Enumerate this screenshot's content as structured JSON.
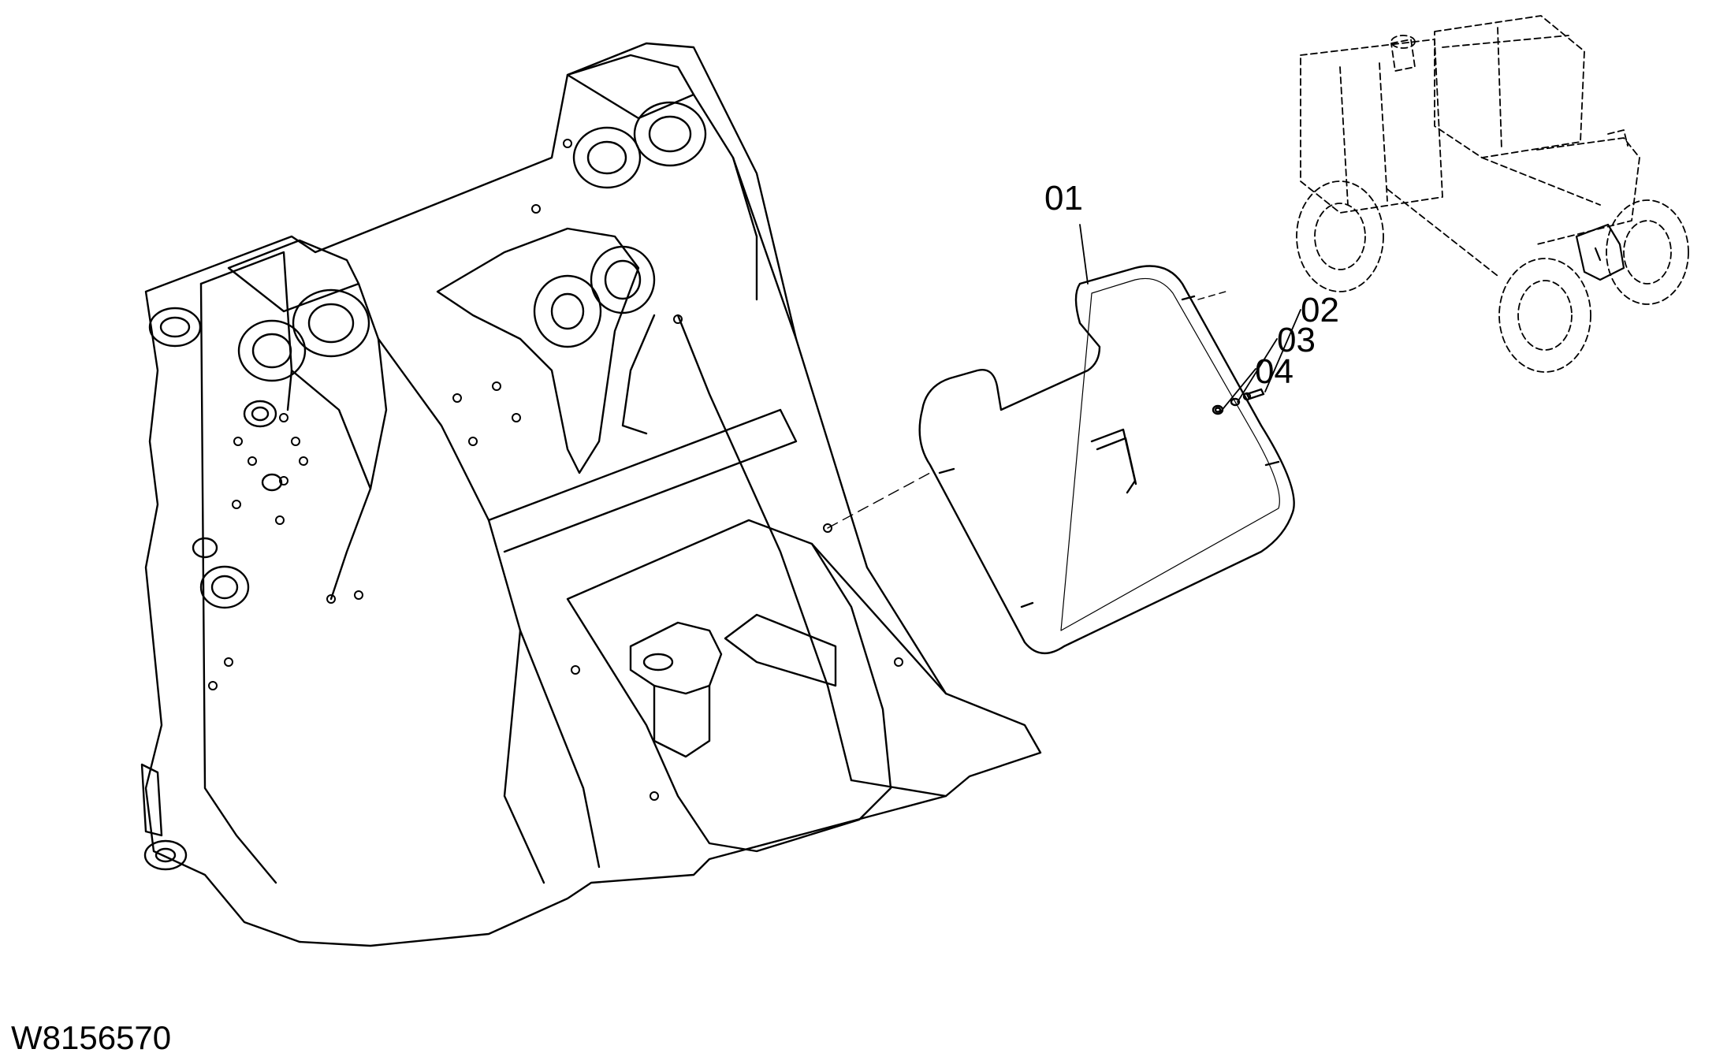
{
  "drawing_id": "W8156570",
  "callouts": [
    {
      "number": "01",
      "part": "cover-plate"
    },
    {
      "number": "02",
      "part": "bolt"
    },
    {
      "number": "03",
      "part": "lock-washer"
    },
    {
      "number": "04",
      "part": "washer"
    }
  ],
  "colors": {
    "line": "#000000",
    "background": "#ffffff"
  },
  "icons": [
    "front-frame-drawing",
    "cover-plate-drawing",
    "machine-overview-icon"
  ]
}
